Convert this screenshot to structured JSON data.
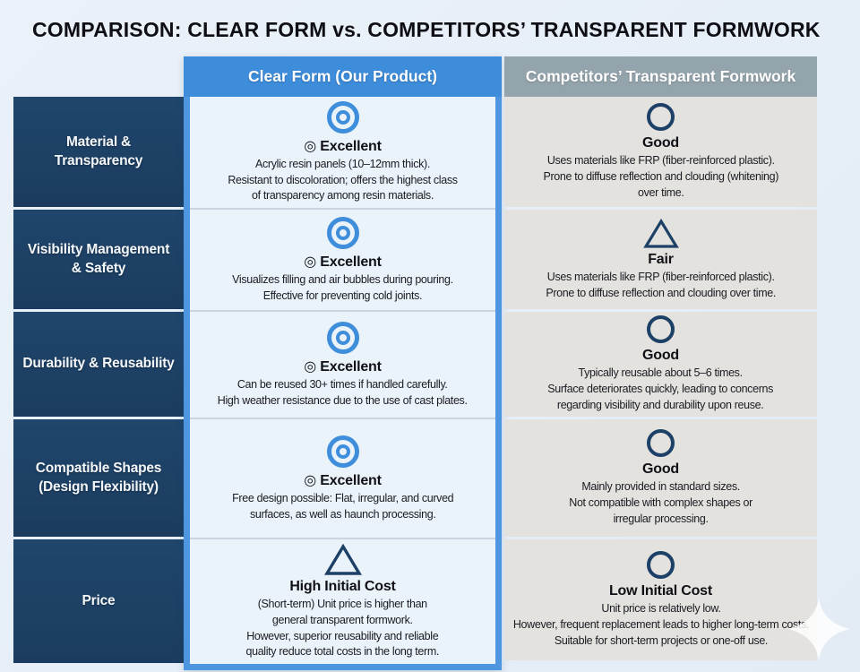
{
  "title": "COMPARISON: CLEAR FORM vs. COMPETITORS’ TRANSPARENT FORMWORK",
  "columns": {
    "ours_header": "Clear Form (Our Product)",
    "competitors_header": "Competitors’ Transparent Formwork"
  },
  "rows": [
    {
      "label": "Material &\nTransparency",
      "ours": {
        "icon": "excellent-double-circle-icon",
        "rating": "◎ Excellent",
        "text": "Acrylic resin panels (10–12mm thick).\nResistant to discoloration; offers the highest class\nof transparency among resin materials."
      },
      "competitors": {
        "icon": "good-circle-icon",
        "rating": "Good",
        "text": "Uses materials like FRP (fiber-reinforced plastic).\nProne to diffuse reflection and clouding (whitening)\nover time."
      }
    },
    {
      "label": "Visibility Management\n& Safety",
      "ours": {
        "icon": "excellent-double-circle-icon",
        "rating": "◎ Excellent",
        "text": "Visualizes filling and air bubbles during pouring.\nEffective for preventing cold joints."
      },
      "competitors": {
        "icon": "fair-triangle-icon",
        "rating": "Fair",
        "text": "Uses materials like FRP (fiber-reinforced plastic).\nProne to diffuse reflection and clouding over time."
      }
    },
    {
      "label": "Durability & Reusability",
      "ours": {
        "icon": "excellent-double-circle-icon",
        "rating": "◎ Excellent",
        "text": "Can be reused 30+ times if handled carefully.\nHigh weather resistance due to the use of cast plates."
      },
      "competitors": {
        "icon": "good-circle-icon",
        "rating": "Good",
        "text": "Typically reusable about 5–6 times.\nSurface deteriorates quickly, leading to concerns\nregarding visibility and durability upon reuse."
      }
    },
    {
      "label": "Compatible Shapes\n(Design Flexibility)",
      "ours": {
        "icon": "excellent-double-circle-icon",
        "rating": "◎ Excellent",
        "text": "Free design possible: Flat, irregular, and curved\nsurfaces, as well as haunch processing."
      },
      "competitors": {
        "icon": "good-circle-icon",
        "rating": "Good",
        "text": "Mainly provided in standard sizes.\nNot compatible with complex shapes or\nirregular processing."
      }
    },
    {
      "label": "Price",
      "ours": {
        "icon": "high-cost-triangle-icon",
        "rating": "High Initial Cost",
        "text": "(Short-term) Unit price is higher than\ngeneral transparent formwork.\nHowever, superior reusability and reliable\nquality reduce total costs in the long term."
      },
      "competitors": {
        "icon": "low-cost-circle-icon",
        "rating": "Low Initial Cost",
        "text": "Unit price is relatively low.\nHowever, frequent replacement leads to higher long-term costs.\nSuitable for short-term projects or one-off use."
      }
    }
  ],
  "colors": {
    "accent_blue": "#3e8ddb",
    "frame_blue": "#4e96df",
    "navy": "#1d4063",
    "competitor_header_gray": "#94a4ac",
    "ours_cell_bg": "#eaf2fa",
    "competitor_cell_bg": "#e3e2de",
    "page_bg": "#e8eff7"
  },
  "decorations": {
    "sparkle": "four-point-star"
  }
}
